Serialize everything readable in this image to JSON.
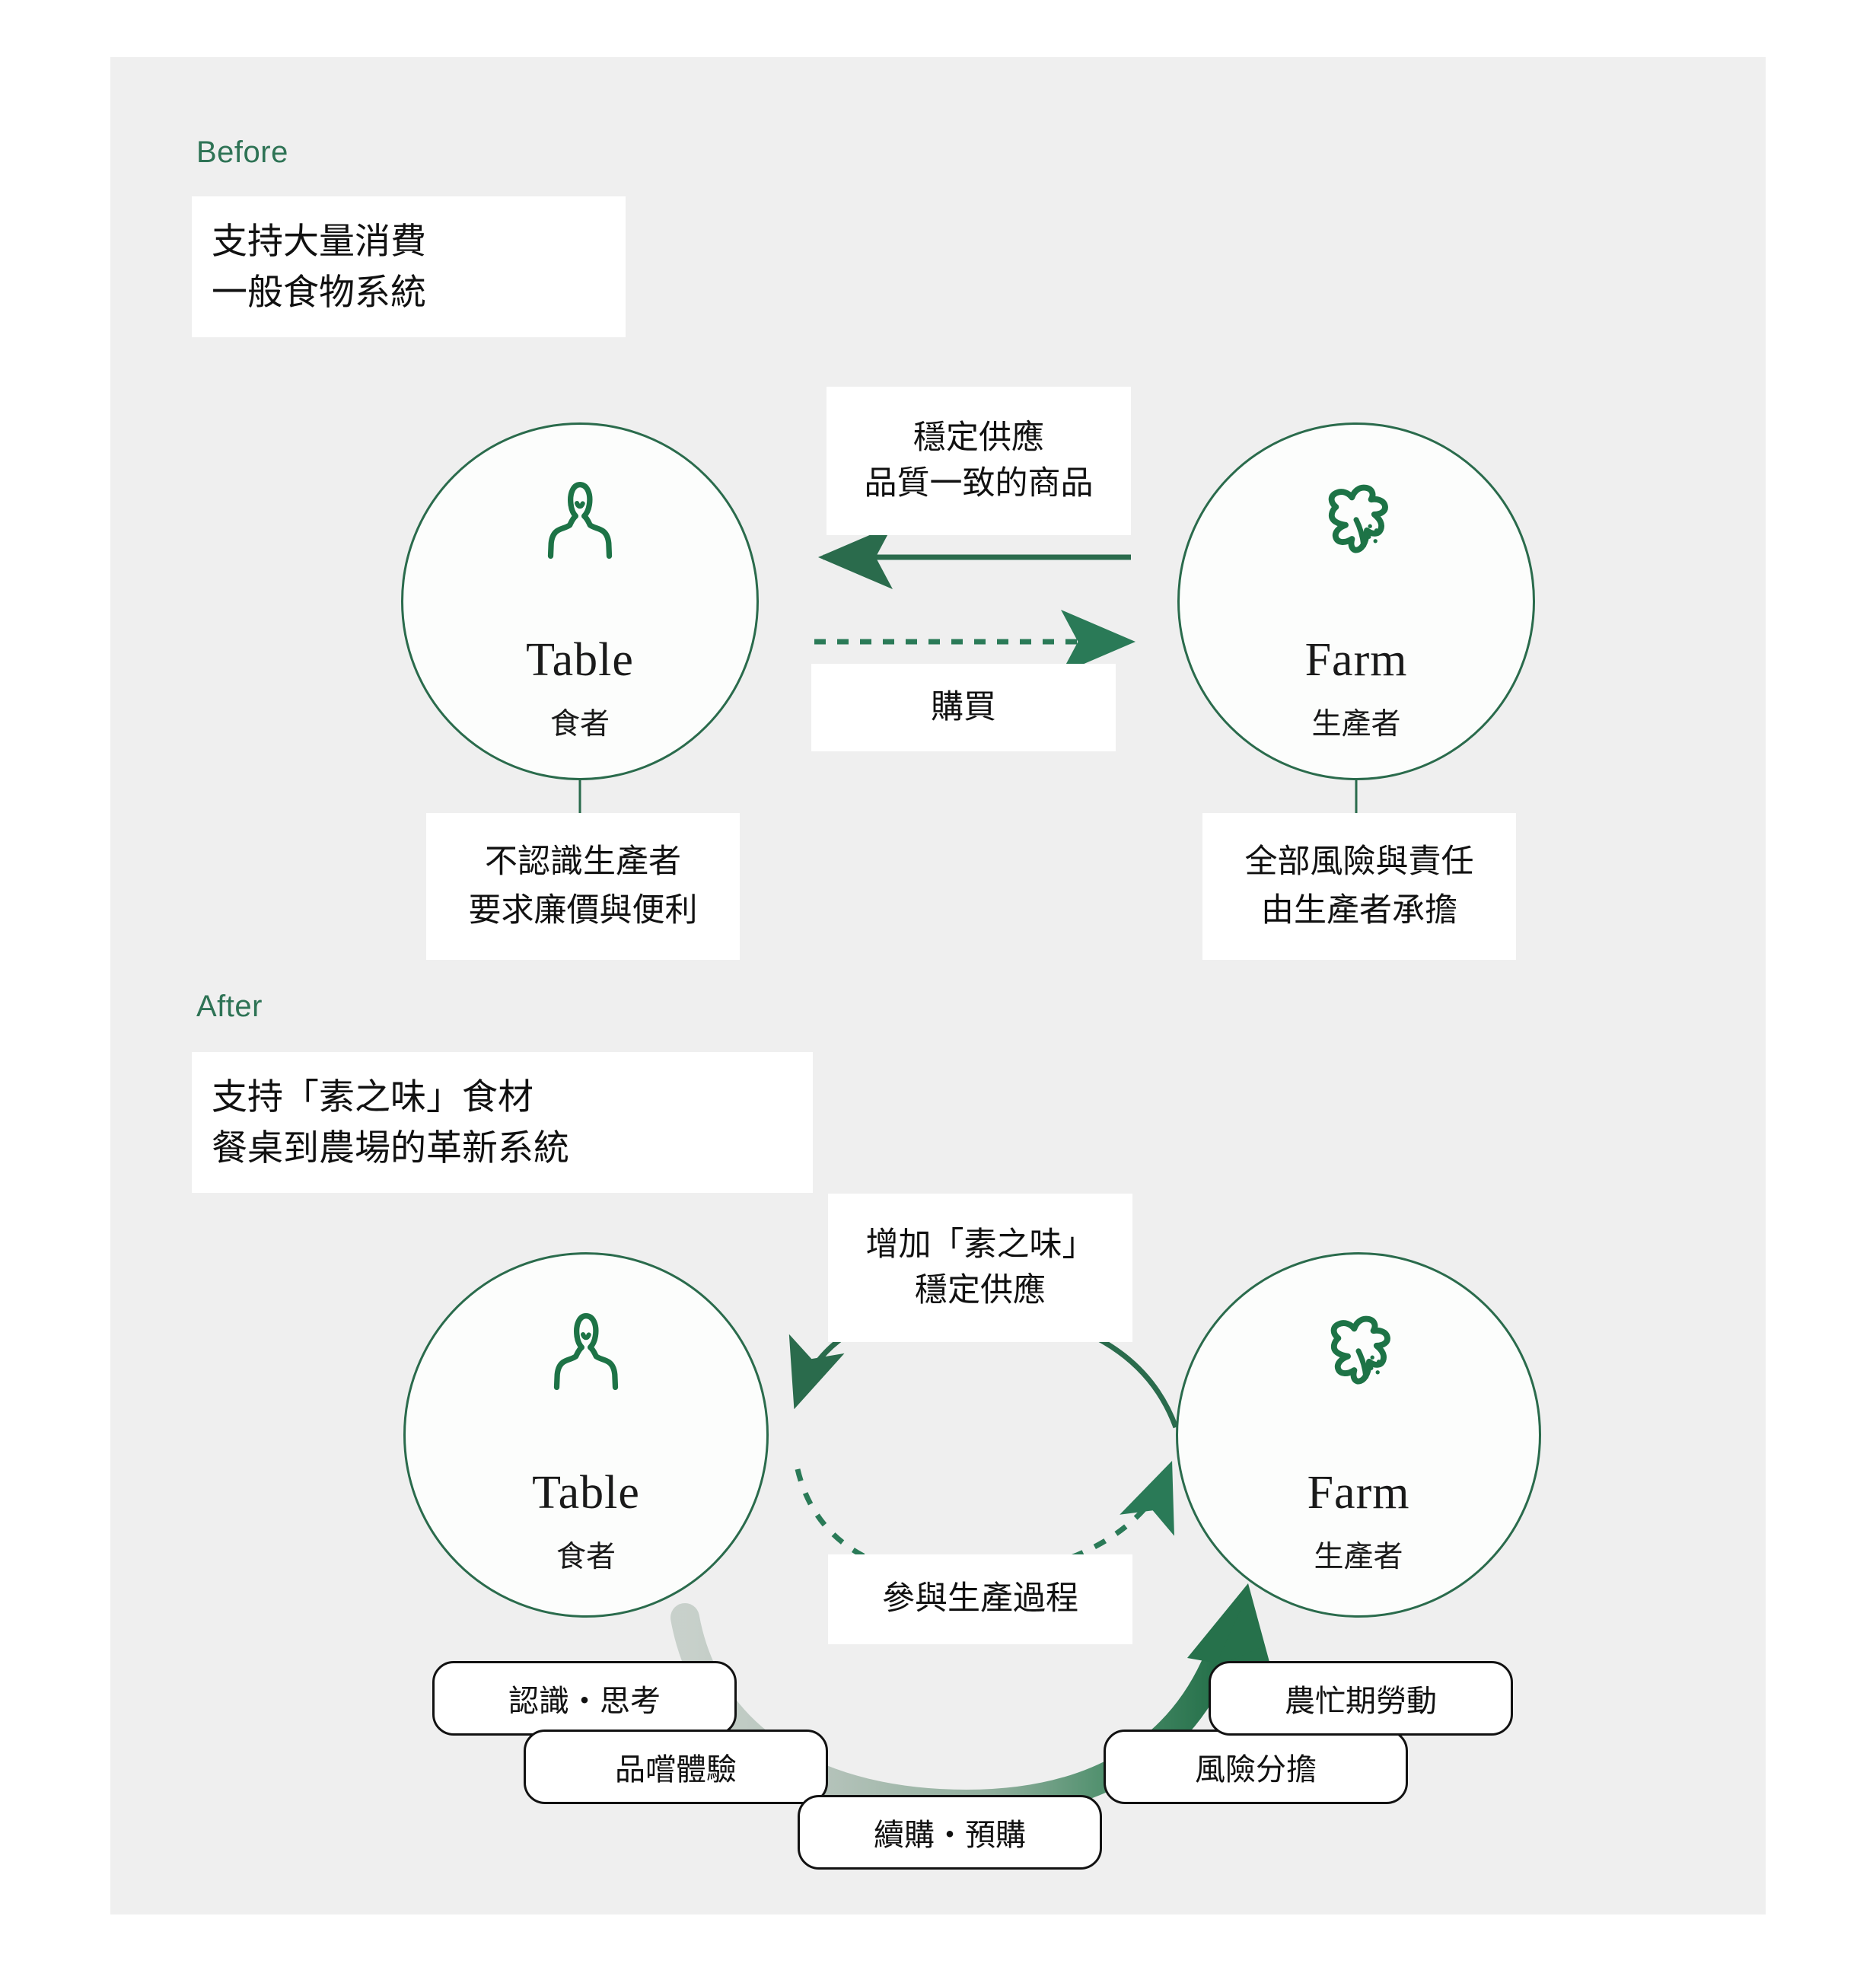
{
  "palette": {
    "panel_bg": "#EFEFEF",
    "page_bg": "#FFFFFF",
    "accent_green": "#2E7355",
    "circle_stroke": "#2A6B4C",
    "arrow_green": "#2D7A52",
    "arrow_fade": "#B9C6BE",
    "text_dark": "#111111",
    "pill_border": "#121212"
  },
  "before": {
    "section_label": "Before",
    "lead": {
      "line1": "支持大量消費",
      "line2": "一般食物系統"
    },
    "left_node": {
      "icon": "person-icon",
      "title": "Table",
      "subtitle": "食者"
    },
    "right_node": {
      "icon": "sprout-icon",
      "title": "Farm",
      "subtitle": "生產者"
    },
    "edge_top": {
      "line1": "穩定供應",
      "line2": "品質一致的商品",
      "direction": "farm-to-table",
      "style": "solid"
    },
    "edge_bottom": {
      "line1": "購買",
      "direction": "table-to-farm",
      "style": "dashed"
    },
    "note_left": {
      "line1": "不認識生產者",
      "line2": "要求廉價與便利"
    },
    "note_right": {
      "line1": "全部風險與責任",
      "line2": "由生產者承擔"
    }
  },
  "after": {
    "section_label": "After",
    "lead": {
      "line1": "支持「素之味」食材",
      "line2": "餐桌到農場的革新系統"
    },
    "left_node": {
      "icon": "person-icon",
      "title": "Table",
      "subtitle": "食者"
    },
    "right_node": {
      "icon": "sprout-icon",
      "title": "Farm",
      "subtitle": "生產者"
    },
    "edge_top": {
      "line1": "增加「素之味」",
      "line2": "穩定供應",
      "direction": "farm-to-table",
      "style": "solid-curved"
    },
    "edge_bottom": {
      "line1": "參與生產過程",
      "direction": "table-to-farm",
      "style": "dashed-curved"
    },
    "pills": [
      {
        "label": "認識・思考"
      },
      {
        "label": "品嚐體驗"
      },
      {
        "label": "續購・預購"
      },
      {
        "label": "風險分擔"
      },
      {
        "label": "農忙期勞動"
      }
    ],
    "flow_arrow": {
      "name": "participation-flow-arrow",
      "from": "table",
      "to": "farm"
    }
  }
}
